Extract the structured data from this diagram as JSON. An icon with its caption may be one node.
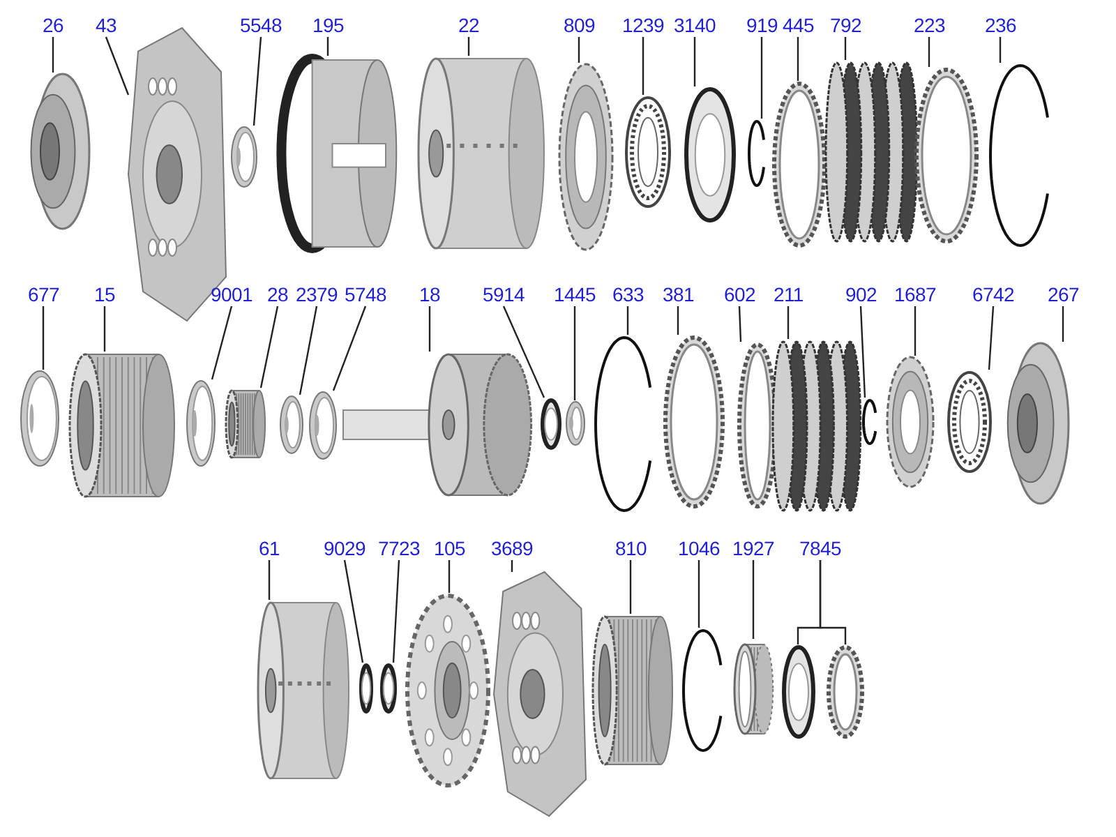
{
  "diagram": {
    "nodes": [
      {
        "text": [
          "26"
        ]
      },
      {
        "text": [],
        "shape": "picture"
      },
      {
        "text": [
          "43"
        ]
      },
      {
        "text": [],
        "shape": "picture"
      },
      {
        "text": [
          "5548"
        ]
      },
      {
        "text": [],
        "shape": "picture"
      },
      {
        "text": [
          "195"
        ]
      },
      {
        "text": [],
        "shape": "picture"
      },
      {
        "text": [
          "22"
        ]
      },
      {
        "text": [],
        "shape": "picture"
      },
      {
        "text": [
          "809"
        ]
      },
      {
        "text": [],
        "shape": "picture"
      },
      {
        "text": [
          "1239"
        ]
      },
      {
        "text": [],
        "shape": "picture"
      },
      {
        "text": [
          "3140"
        ]
      },
      {
        "text": [],
        "shape": "picture"
      },
      {
        "text": [
          "919"
        ]
      },
      {
        "text": [],
        "shape": "picture"
      },
      {
        "text": [
          "445"
        ]
      },
      {
        "text": [],
        "shape": "picture"
      },
      {
        "text": [
          "792"
        ]
      },
      {
        "text": [],
        "shape": "picture"
      },
      {
        "text": [
          "223"
        ]
      },
      {
        "text": [],
        "shape": "picture"
      },
      {
        "text": [
          "236"
        ]
      },
      {
        "text": [],
        "shape": "picture"
      },
      {
        "text": [
          "677"
        ]
      },
      {
        "text": [],
        "shape": "picture"
      },
      {
        "text": [
          "15"
        ]
      },
      {
        "text": [],
        "shape": "picture"
      },
      {
        "text": [
          "9001"
        ]
      },
      {
        "text": [],
        "shape": "picture"
      },
      {
        "text": [
          "28"
        ]
      },
      {
        "text": [],
        "shape": "picture"
      },
      {
        "text": [
          "2379"
        ]
      },
      {
        "text": [],
        "shape": "picture"
      },
      {
        "text": [
          "5748"
        ]
      },
      {
        "text": [],
        "shape": "picture"
      },
      {
        "text": [
          "18"
        ]
      },
      {
        "text": [],
        "shape": "picture"
      },
      {
        "text": [
          "5914"
        ]
      },
      {
        "text": [],
        "shape": "picture"
      },
      {
        "text": [
          "1445"
        ]
      },
      {
        "text": [],
        "shape": "picture"
      },
      {
        "text": [
          "633"
        ]
      },
      {
        "text": [],
        "shape": "picture"
      },
      {
        "text": [
          "381"
        ]
      },
      {
        "text": [],
        "shape": "picture"
      },
      {
        "text": [
          "602"
        ]
      },
      {
        "text": [],
        "shape": "picture"
      },
      {
        "text": [
          "211"
        ]
      },
      {
        "text": [],
        "shape": "picture"
      },
      {
        "text": [
          "902"
        ]
      },
      {
        "text": [],
        "shape": "picture"
      },
      {
        "text": [
          "1687"
        ]
      },
      {
        "text": [],
        "shape": "picture"
      },
      {
        "text": [
          "6742"
        ]
      },
      {
        "text": [],
        "shape": "picture"
      },
      {
        "text": [
          "267"
        ]
      },
      {
        "text": [],
        "shape": "picture"
      },
      {
        "text": [
          "61"
        ]
      },
      {
        "text": [],
        "shape": "picture"
      },
      {
        "text": [
          "9029"
        ]
      },
      {
        "text": [],
        "shape": "picture"
      },
      {
        "text": [
          "7723"
        ]
      },
      {
        "text": [],
        "shape": "picture"
      },
      {
        "text": [
          "105"
        ]
      },
      {
        "text": [],
        "shape": "picture"
      },
      {
        "text": [
          "3689"
        ]
      },
      {
        "text": [],
        "shape": "picture"
      },
      {
        "text": [
          "810"
        ]
      },
      {
        "text": [],
        "shape": "picture"
      },
      {
        "text": [
          "1046"
        ]
      },
      {
        "text": [],
        "shape": "picture"
      },
      {
        "text": [
          "1927"
        ]
      },
      {
        "text": [],
        "shape": "picture"
      },
      {
        "text": [
          "7845"
        ]
      },
      {
        "text": [],
        "shape": "picture"
      },
      {
        "text": [],
        "shape": "picture"
      }
    ],
    "edges": [
      {
        "from": 0,
        "to": 1,
        "arrow": "none"
      },
      {
        "from": 2,
        "to": 3,
        "arrow": "none"
      },
      {
        "from": 4,
        "to": 5,
        "arrow": "none"
      },
      {
        "from": 6,
        "to": 7,
        "arrow": "none"
      },
      {
        "from": 8,
        "to": 9,
        "arrow": "none"
      },
      {
        "from": 10,
        "to": 11,
        "arrow": "none"
      },
      {
        "from": 12,
        "to": 13,
        "arrow": "none"
      },
      {
        "from": 14,
        "to": 15,
        "arrow": "none"
      },
      {
        "from": 16,
        "to": 17,
        "arrow": "none"
      },
      {
        "from": 18,
        "to": 19,
        "arrow": "none"
      },
      {
        "from": 20,
        "to": 21,
        "arrow": "none"
      },
      {
        "from": 22,
        "to": 23,
        "arrow": "none"
      },
      {
        "from": 24,
        "to": 25,
        "arrow": "none"
      },
      {
        "from": 26,
        "to": 27,
        "arrow": "none"
      },
      {
        "from": 28,
        "to": 29,
        "arrow": "none"
      },
      {
        "from": 30,
        "to": 31,
        "arrow": "none"
      },
      {
        "from": 32,
        "to": 33,
        "arrow": "none"
      },
      {
        "from": 34,
        "to": 35,
        "arrow": "none"
      },
      {
        "from": 36,
        "to": 37,
        "arrow": "none"
      },
      {
        "from": 38,
        "to": 39,
        "arrow": "none"
      },
      {
        "from": 40,
        "to": 41,
        "arrow": "none"
      },
      {
        "from": 42,
        "to": 43,
        "arrow": "none"
      },
      {
        "from": 44,
        "to": 45,
        "arrow": "none"
      },
      {
        "from": 46,
        "to": 47,
        "arrow": "none"
      },
      {
        "from": 48,
        "to": 49,
        "arrow": "none"
      },
      {
        "from": 50,
        "to": 51,
        "arrow": "none"
      },
      {
        "from": 52,
        "to": 53,
        "arrow": "none"
      },
      {
        "from": 54,
        "to": 55,
        "arrow": "none"
      },
      {
        "from": 56,
        "to": 57,
        "arrow": "none"
      },
      {
        "from": 58,
        "to": 59,
        "arrow": "none"
      },
      {
        "from": 60,
        "to": 61,
        "arrow": "none"
      },
      {
        "from": 62,
        "to": 63,
        "arrow": "none"
      },
      {
        "from": 64,
        "to": 65,
        "arrow": "none"
      },
      {
        "from": 66,
        "to": 67,
        "arrow": "none"
      },
      {
        "from": 68,
        "to": 69,
        "arrow": "none"
      },
      {
        "from": 70,
        "to": 71,
        "arrow": "none"
      },
      {
        "from": 72,
        "to": 73,
        "arrow": "none"
      },
      {
        "from": 74,
        "to": 75,
        "arrow": "none"
      },
      {
        "from": 76,
        "to": 77,
        "arrow": "none"
      },
      {
        "from": 76,
        "to": 78,
        "arrow": "none"
      }
    ]
  }
}
